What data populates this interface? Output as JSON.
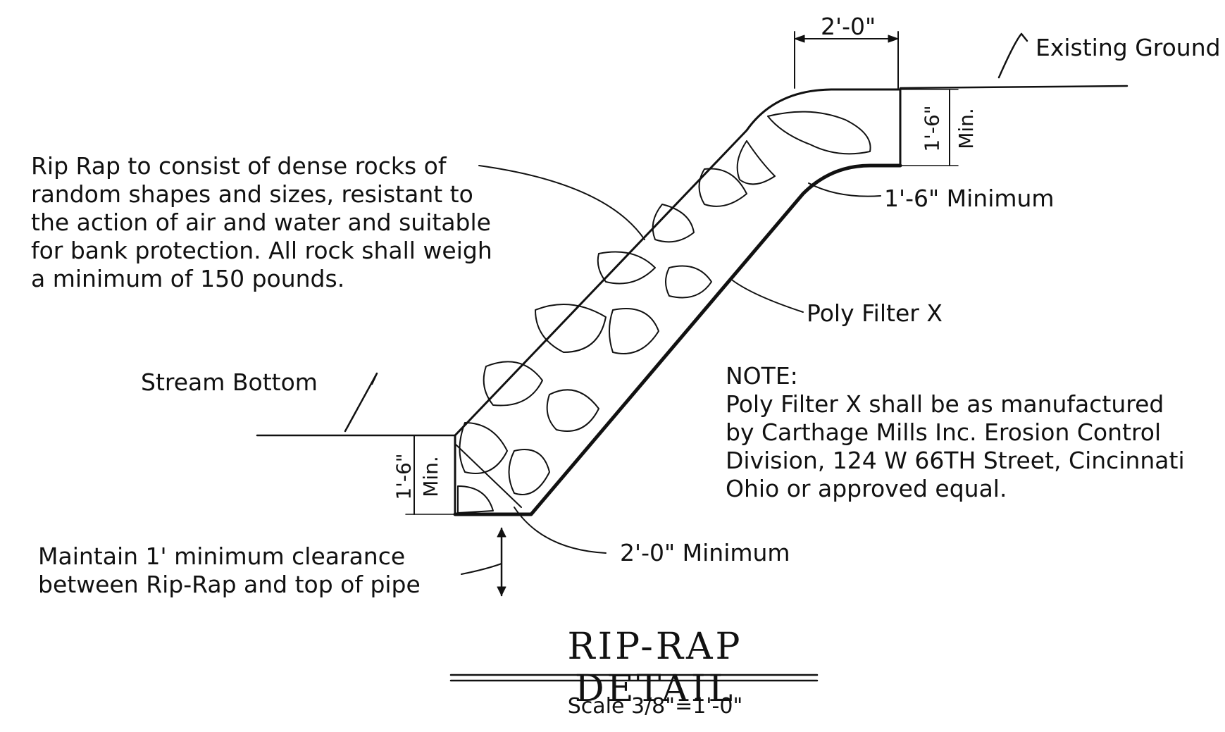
{
  "drawing": {
    "labels": {
      "top_dim": "2'-0\"",
      "existing_ground": "Existing Ground",
      "rip_rap_note": [
        "Rip Rap to consist of dense rocks of",
        "random shapes and sizes, resistant to",
        "the action of air and water and suitable",
        "for bank protection. All rock shall weigh",
        "a minimum of 150 pounds."
      ],
      "top_depth": "1'-6\"",
      "top_min": "Min.",
      "top_thickness": "1'-6\" Minimum",
      "poly_filter": "Poly Filter X",
      "stream_bottom": "Stream Bottom",
      "note_heading": "NOTE:",
      "note_lines": [
        "Poly Filter X shall be as manufactured",
        "by Carthage Mills Inc. Erosion Control",
        "Division, 124 W 66TH Street, Cincinnati",
        "Ohio or approved equal."
      ],
      "bottom_depth": "1'-6\"",
      "bottom_min": "Min.",
      "clearance_note": [
        "Maintain 1' minimum clearance",
        "between Rip-Rap and top of pipe"
      ],
      "bottom_thickness": "2'-0\" Minimum",
      "title": "RIP-RAP DETAIL",
      "scale": "Scale 3/8\"=1'-0\""
    }
  }
}
